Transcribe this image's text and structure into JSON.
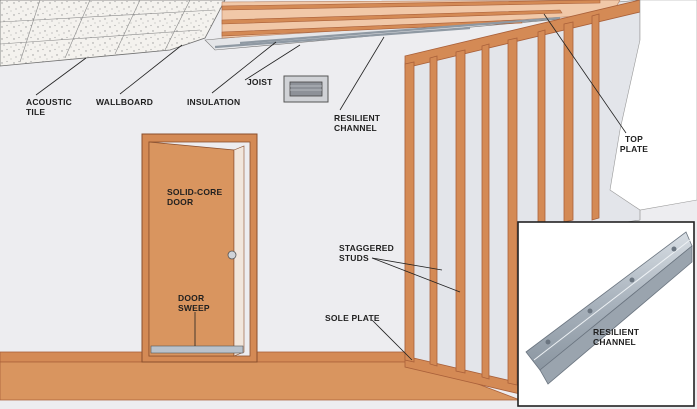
{
  "labels": {
    "acoustic_tile": [
      "ACOUSTIC",
      "TILE"
    ],
    "wallboard": "WALLBOARD",
    "insulation": "INSULATION",
    "joist": "JOIST",
    "resilient_channel": [
      "RESILIENT",
      "CHANNEL"
    ],
    "top_plate": [
      "TOP",
      "PLATE"
    ],
    "solid_core_door": [
      "SOLID-CORE",
      "DOOR"
    ],
    "staggered_studs": [
      "STAGGERED",
      "STUDS"
    ],
    "door_sweep": [
      "DOOR",
      "SWEEP"
    ],
    "sole_plate": "SOLE PLATE",
    "inset_resilient_channel": [
      "RESILIENT",
      "CHANNEL"
    ]
  },
  "colors": {
    "wood": "#d48a55",
    "wood_dark": "#a9603a",
    "wall": "#ebebef",
    "insulation": "#f1c8a8",
    "metal": "#b9c2cc"
  }
}
